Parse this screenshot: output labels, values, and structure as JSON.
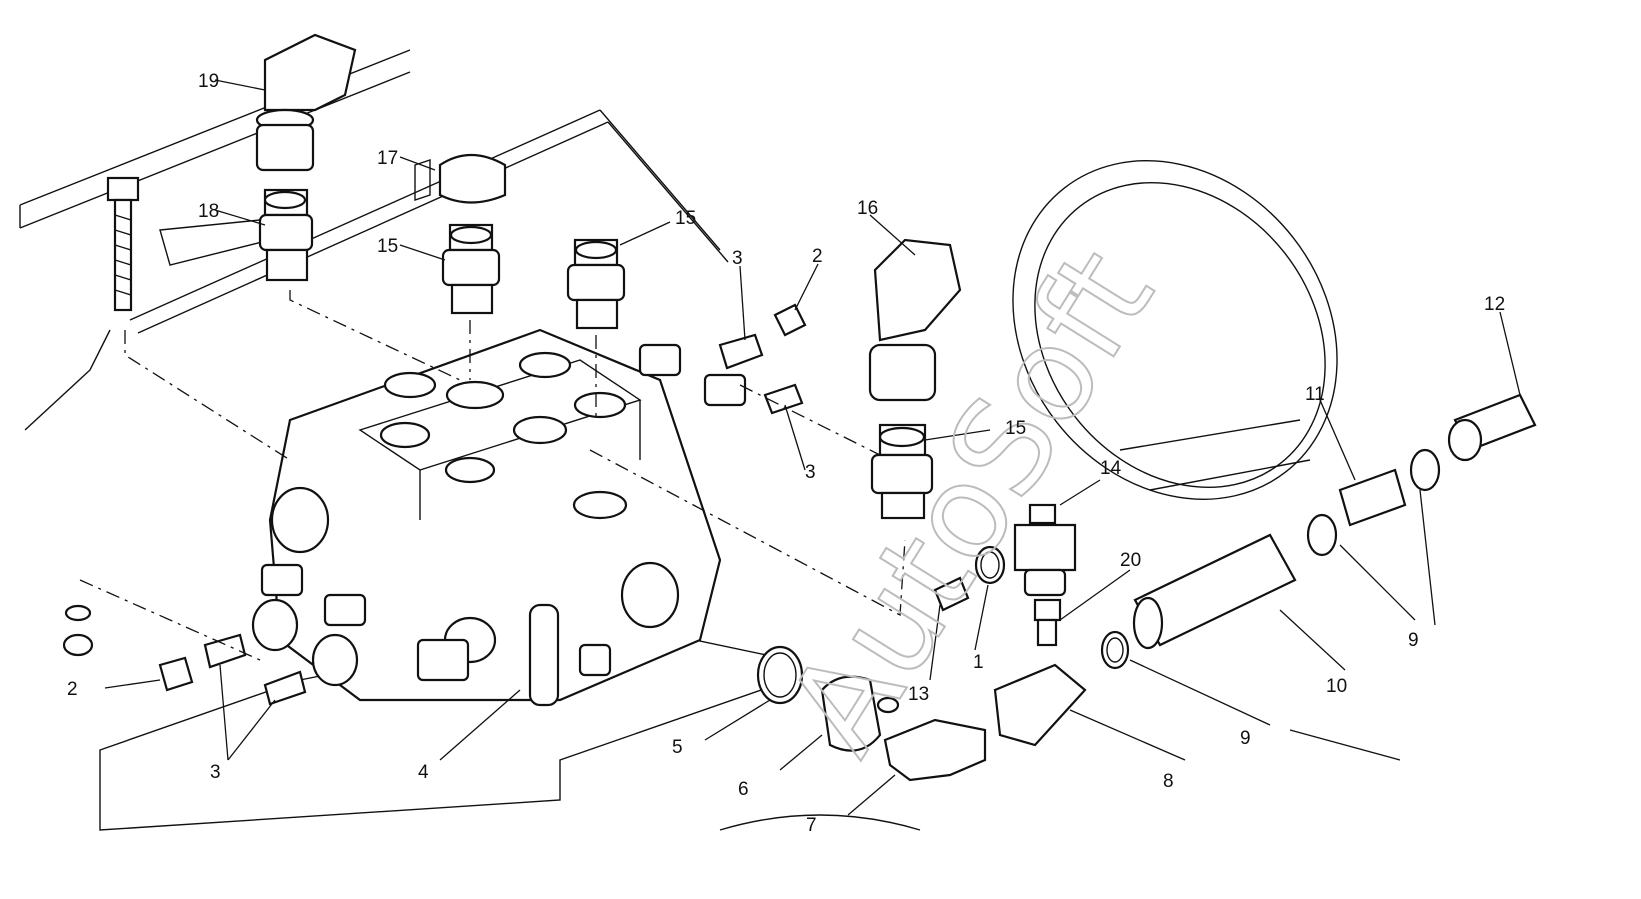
{
  "watermark": "AutoSoft",
  "callouts": {
    "c1": "1",
    "c2a": "2",
    "c2b": "2",
    "c3a": "3",
    "c3b": "3",
    "c3c": "3",
    "c4": "4",
    "c5": "5",
    "c6": "6",
    "c7": "7",
    "c8": "8",
    "c9a": "9",
    "c9b": "9",
    "c10": "10",
    "c11": "11",
    "c12": "12",
    "c13": "13",
    "c14": "14",
    "c15a": "15",
    "c15b": "15",
    "c15c": "15",
    "c16": "16",
    "c17": "17",
    "c18": "18",
    "c19": "19",
    "c20": "20"
  }
}
